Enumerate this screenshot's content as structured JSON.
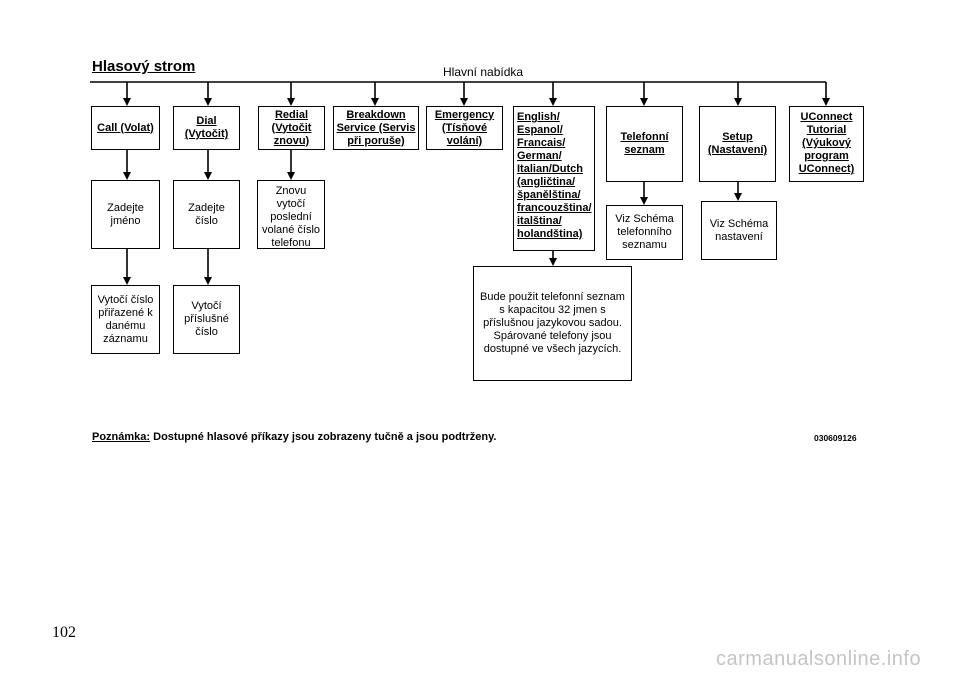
{
  "title": "Hlasový strom",
  "main_menu_label": "Hlavní nabídka",
  "columns": [
    {
      "id": "call",
      "bold": [
        "Call (Volat)"
      ],
      "children": [
        [
          "Zadejte",
          "jméno"
        ],
        [
          "Vytočí číslo",
          "přiřazené k",
          "danému",
          "záznamu"
        ]
      ]
    },
    {
      "id": "dial",
      "bold": [
        "Dial",
        "(Vytočit)"
      ],
      "children": [
        [
          "Zadejte",
          "číslo"
        ],
        [
          "Vytočí",
          "příslušné",
          "číslo"
        ]
      ]
    },
    {
      "id": "redial",
      "bold": [
        "Redial",
        "(Vytočit",
        "znovu)"
      ],
      "children": [
        [
          "Znovu",
          "vytočí",
          "poslední",
          "volané číslo",
          "telefonu"
        ]
      ]
    },
    {
      "id": "breakdown",
      "bold": [
        "Breakdown",
        "Service (Servis",
        "při poruše)"
      ],
      "children": []
    },
    {
      "id": "emergency",
      "bold": [
        "Emergency",
        "(Tísňové",
        "volání)"
      ],
      "children": []
    },
    {
      "id": "language",
      "bold": [
        "English/",
        "Espanol/",
        "Francais/",
        "German/",
        "Italian/Dutch",
        "(angličtina/",
        "španělština/",
        "francouzština/",
        "italština/",
        "holandština)"
      ],
      "children": [
        [
          "Bude použit telefonní seznam",
          "s kapacitou 32 jmen s",
          "příslušnou jazykovou sadou.",
          "Spárované telefony jsou",
          "dostupné ve všech jazycích."
        ]
      ]
    },
    {
      "id": "phonebook",
      "bold": [
        "Telefonní",
        "seznam"
      ],
      "children": [
        [
          "Viz Schéma",
          "telefonního",
          "seznamu"
        ]
      ]
    },
    {
      "id": "setup",
      "bold": [
        "Setup",
        "(Nastavení)"
      ],
      "children": [
        [
          "Viz Schéma",
          "nastavení"
        ]
      ]
    },
    {
      "id": "uconnect",
      "bold": [
        "UConnect",
        "Tutorial",
        "(Výukový",
        "program",
        "UConnect)"
      ],
      "children": []
    }
  ],
  "note": {
    "label": "Poznámka:",
    "text": " Dostupné hlasové příkazy jsou zobrazeny tučně a jsou podtrženy."
  },
  "figure_code": "030609126",
  "page_number": "102",
  "watermark": "carmanualsonline.info"
}
